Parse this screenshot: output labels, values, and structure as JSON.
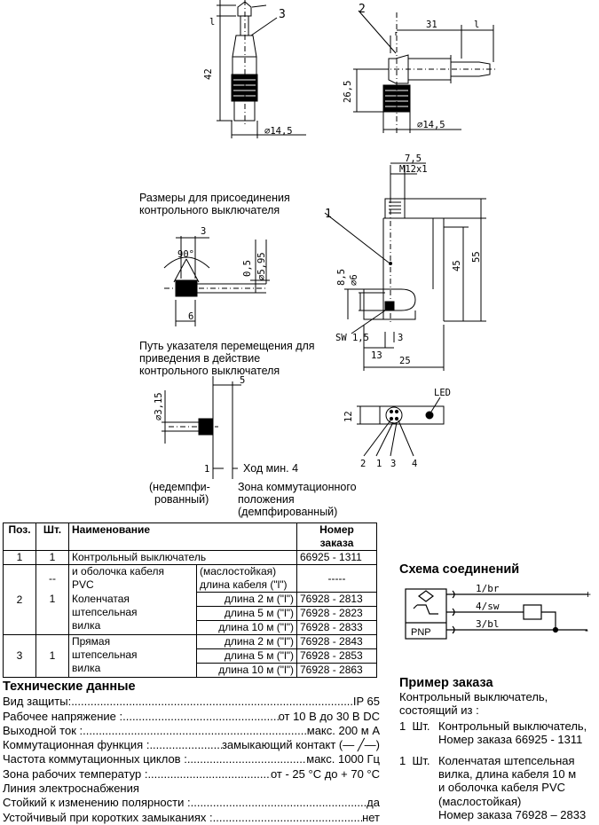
{
  "callouts": {
    "c1": "1",
    "c2": "2",
    "c3": "3"
  },
  "dims": {
    "top_l": "l",
    "d42": "42",
    "d14_5a": "⌀14,5",
    "d31": "31",
    "top_l2": "l",
    "d26_5": "26,5",
    "d14_5b": "⌀14,5",
    "d7_5": "7,5",
    "m12": "M12x1",
    "d55": "55",
    "d45": "45",
    "d8_5": "8,5",
    "d6": "⌀6",
    "sw": "SW 1,5",
    "d3b": "3",
    "d13": "13",
    "d25": "25",
    "d12": "12",
    "led": "LED",
    "pins": [
      "2",
      "1",
      "3",
      "4"
    ],
    "d3a": "3",
    "d90": "90°",
    "d0_5": "0,5",
    "d5_95": "⌀5,95",
    "d6b": "6",
    "d3_15": "⌀3,15",
    "d5": "5",
    "dl1": "1"
  },
  "notes": {
    "mount_title_1": "Размеры для присоединения",
    "mount_title_2": "контрольного выключателя",
    "travel_1": "Путь указателя перемещения для",
    "travel_2": "приведения в действие",
    "travel_3": "контрольного выключателя",
    "hod": "Ход мин. 4",
    "undamped_1": "(недемпфи-",
    "undamped_2": "рованный)",
    "zone_1": "Зона коммутационного",
    "zone_2": "положения",
    "zone_3": "(демпфированный)"
  },
  "parts_table": {
    "headers": {
      "pos": "Поз.",
      "qty": "Шт.",
      "name": "Наименование",
      "num1": "Номер",
      "num2": "заказа"
    },
    "row1": {
      "pos": "1",
      "qty": "1",
      "name": "Контрольный выключатель",
      "num": "66925 - 1311"
    },
    "row2": {
      "pos": "2",
      "qty_a": "--",
      "qty_b": "1",
      "name_a1": "и оболочка кабеля",
      "name_a2": "PVC",
      "name_b1": "Коленчатая",
      "name_b2": "штепсельная",
      "name_b3": "вилка",
      "cable_a1": "(маслостойкая)",
      "cable_a2": "длина кабеля (\"l\")",
      "num_a": "-----",
      "lengths": [
        "длина   2 м (\"l\")",
        "длина   5 м (\"l\")",
        "длина 10 м (\"l\")"
      ],
      "nums": [
        "76928 - 2813",
        "76928 - 2823",
        "76928 - 2833"
      ]
    },
    "row3": {
      "pos": "3",
      "qty": "1",
      "name_1": "Прямая",
      "name_2": "штепсельная",
      "name_3": "вилка",
      "lengths": [
        "длина   2 м (\"l\")",
        "длина   5 м (\"l\")",
        "длина 10 м (\"l\")"
      ],
      "nums": [
        "76928 - 2843",
        "76928 - 2853",
        "76928 - 2863"
      ]
    }
  },
  "technical": {
    "title": "Технические данные",
    "rows": [
      {
        "k": "Вид защиты: ",
        "v": " IP 65"
      },
      {
        "k": "Рабочее напряжение : ",
        "v": " от 10 В  до  30 В DC"
      },
      {
        "k": "Выходной ток : ",
        "v": " макс. 200 м А"
      },
      {
        "k": "Коммутационная функция : ",
        "v": " замыкающий контакт  (— ╱—)"
      },
      {
        "k": "Частота коммутационных циклов : ",
        "v": " макс. 1000 Гц"
      },
      {
        "k": "Зона рабочих температур : ",
        "v": " от - 25 °С  до  + 70 °С"
      }
    ],
    "line_plain": "Линия электроснабжения",
    "rows2": [
      {
        "k": "Стойкий к изменению полярности : ",
        "v": " да"
      },
      {
        "k": "Устойчивый при коротких замыканиях : ",
        "v": " нет"
      }
    ]
  },
  "wiring": {
    "title": "Схема соединений",
    "w1": "1/br",
    "w4": "4/sw",
    "w3": "3/bl",
    "plus": "+",
    "minus": "-",
    "pnp": "PNP"
  },
  "order": {
    "title": "Пример заказа",
    "intro_1": "Контрольный выключатель,",
    "intro_2": "состоящий из :",
    "items": [
      {
        "qty": "1  Шт.",
        "l1": "Контрольный выключатель,",
        "l2": "Номер заказа 66925 - 1311"
      },
      {
        "qty": "1  Шт.",
        "l1": "Коленчатая штепсельная",
        "l2": "вилка, длина кабеля  10 м",
        "l3": "и оболочка кабеля  PVC",
        "l4": "(маслостойкая)",
        "l5": "Номер заказа 76928 – 2833"
      }
    ]
  }
}
